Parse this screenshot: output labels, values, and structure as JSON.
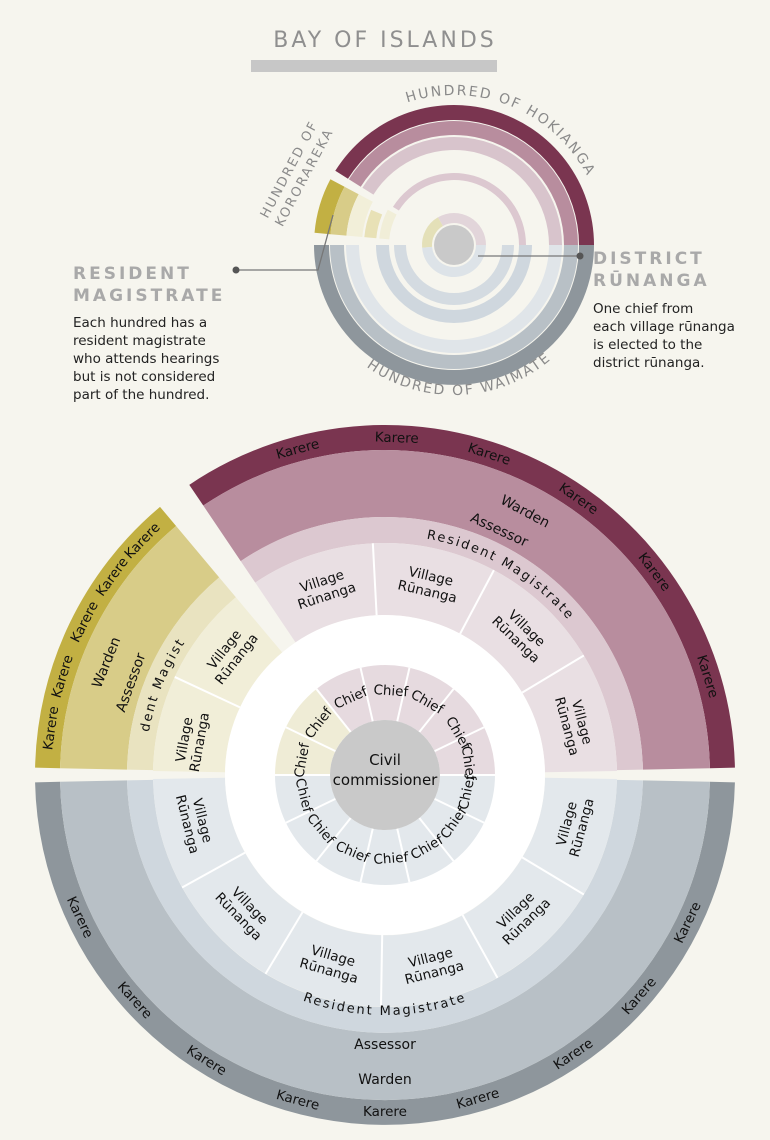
{
  "title": "BAY OF ISLANDS",
  "hundreds": {
    "kororareka": "HUNDRED OF KORORAREKA",
    "hokianga": "HUNDRED OF HOKIANGA",
    "waimate": "HUNDRED OF WAIMATE"
  },
  "resident_magistrate": {
    "heading_line1": "RESIDENT",
    "heading_line2": "MAGISTRATE",
    "description": [
      "Each hundred has a",
      "resident magistrate",
      "who attends hearings",
      "but is not considered",
      "part of the hundred."
    ]
  },
  "district_runanga": {
    "heading_line1": "DISTRICT",
    "heading_line2": "RŪNANGA",
    "description": [
      "One chief from",
      "each village rūnanga",
      "is elected to the",
      "district rūnanga."
    ]
  },
  "center": {
    "line1": "Civil",
    "line2": "commissioner"
  },
  "labels": {
    "karere": "Karere",
    "warden": "Warden",
    "assessor": "Assessor",
    "resident_magistrate": "Resident Magistrate",
    "village": "Village",
    "runanga": "Rūnanga",
    "chief": "Chief"
  },
  "colors": {
    "background": "#f6f5ee",
    "kororareka": [
      "#c2b043",
      "#d8cc88",
      "#e9e3c0",
      "#f1eed8"
    ],
    "hokianga": [
      "#7a3550",
      "#b88d9e",
      "#dcc8d0",
      "#e9dfe3"
    ],
    "waimate": [
      "#8e969c",
      "#b8c0c6",
      "#cfd7de",
      "#e3e8ec"
    ],
    "center": "#c9c9c9"
  }
}
